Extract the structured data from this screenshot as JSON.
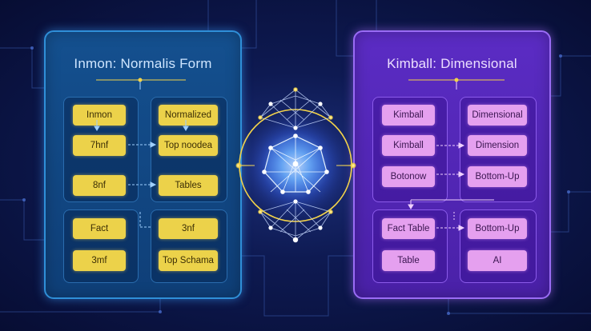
{
  "left_panel": {
    "title": "Inmon: Normalis Form",
    "boxes": [
      "Inmon",
      "Normalized",
      "7hnf",
      "Top noodea",
      "8nf",
      "Tables",
      "Fact",
      "3nf",
      "3mf",
      "Top Schama"
    ]
  },
  "right_panel": {
    "title": "Kimball: Dimensional",
    "boxes": [
      "Kimball",
      "Dimensional",
      "Kimball",
      "Dimension",
      "Botonow",
      "Bottom-Up",
      "Fact Table",
      "Bottom-Up",
      "Table",
      "AI"
    ]
  },
  "colors": {
    "left_accent": "#2f8fd8",
    "right_accent": "#9a6cf5",
    "box_yellow": "#ecd24a",
    "box_pink": "#e5a0ef",
    "node_glow": "#f3d34a",
    "center_hub": "#4fa3ff"
  }
}
